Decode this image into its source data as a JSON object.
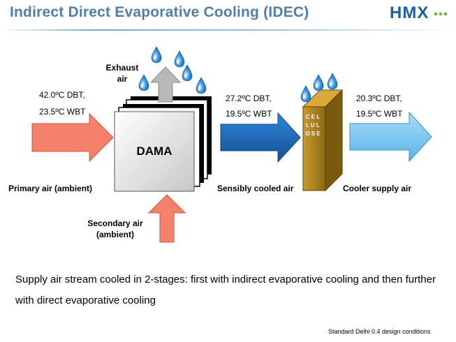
{
  "header": {
    "title": "Indirect Direct Evaporative Cooling (IDEC)",
    "logo_text": "HMX"
  },
  "labels": {
    "exhaust_line1": "Exhaust",
    "exhaust_line2": "air",
    "inlet_dbt": "42.0ºC DBT,",
    "inlet_wbt": "23.5ºC WBT",
    "mid_dbt": "27.2ºC DBT,",
    "mid_wbt": "19.5ºC WBT",
    "outlet_dbt": "20.3ºC DBT,",
    "outlet_wbt": "19.5ºC WBT",
    "dama": "DAMA",
    "cellulose": "C E L L U L O S E",
    "primary_air": "Primary air (ambient)",
    "sensibly_cooled": "Sensibly cooled air",
    "cooler_supply": "Cooler supply air",
    "secondary_line1": "Secondary air",
    "secondary_line2": "(ambient)"
  },
  "body": {
    "description": "Supply air stream cooled in 2-stages: first with indirect evaporative cooling and then further with direct evaporative cooling",
    "footnote": "Standard Delhi 0.4 design conditions"
  },
  "colors": {
    "title": "#4f7fa8",
    "logo": "#1f5fa3",
    "hot_air": "#f4806b",
    "cooled_air": "#1f6fc0",
    "supply_air": "#7ec8f0",
    "exhaust": "#b8b8b8",
    "cellulose": "#b8860b",
    "water_drop": "#2a86d6"
  }
}
